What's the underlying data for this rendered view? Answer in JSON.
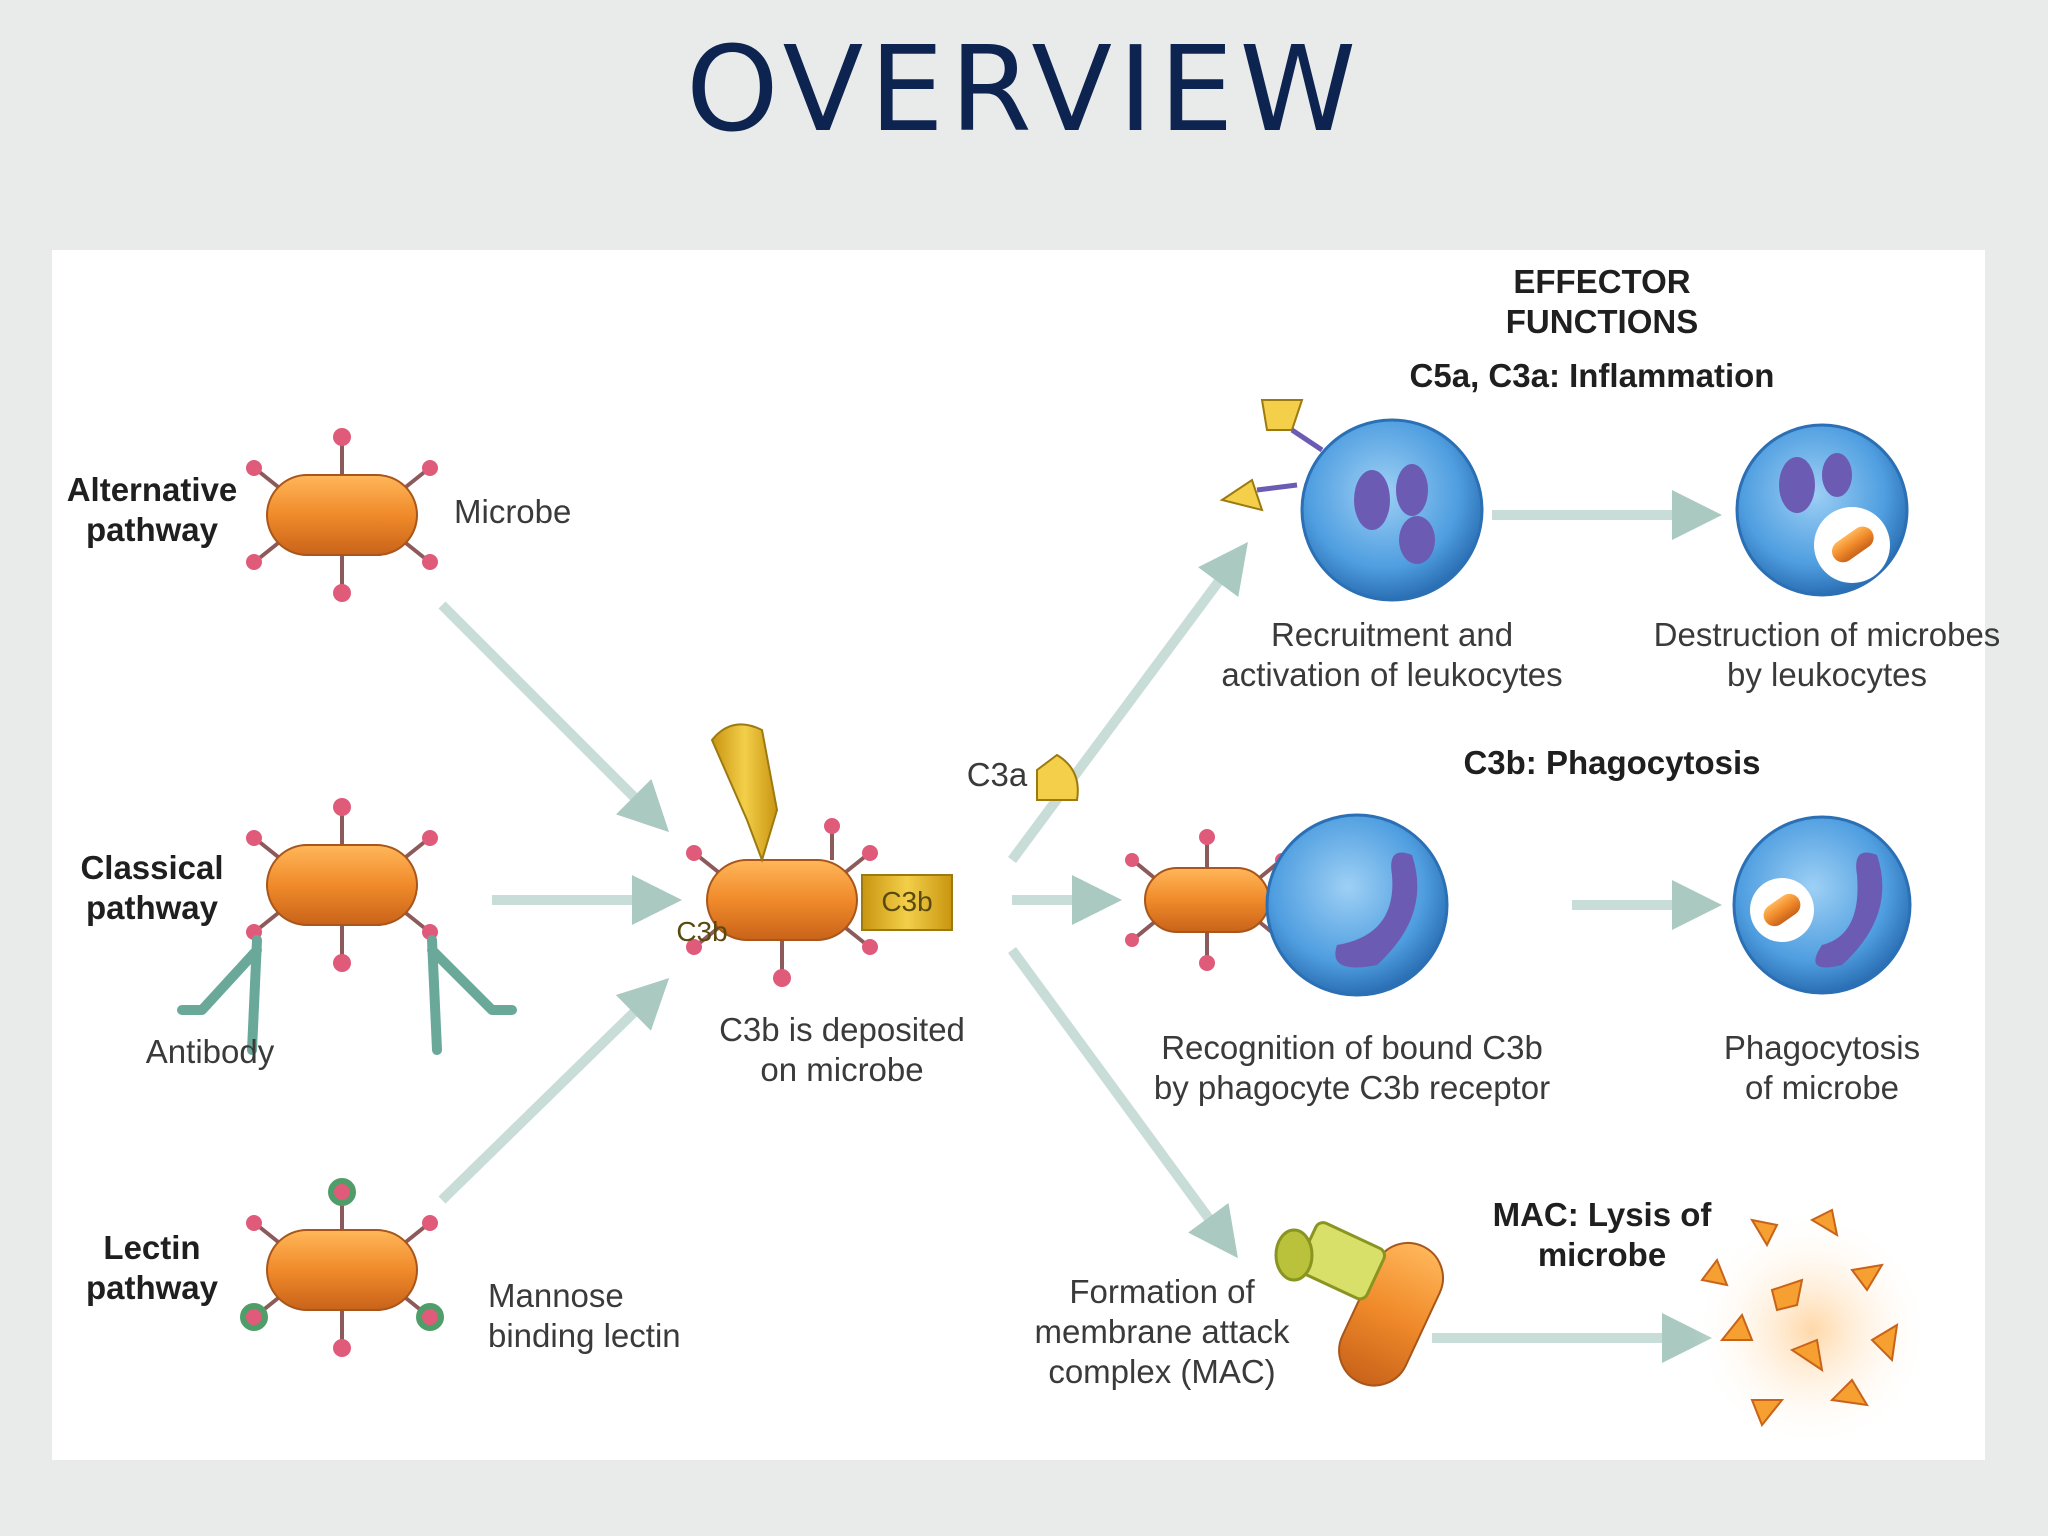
{
  "slide": {
    "title": "OVERVIEW"
  },
  "diagram": {
    "effector_header": "EFFECTOR FUNCTIONS",
    "pathways": {
      "alternative": "Alternative\npathway",
      "classical": "Classical\npathway",
      "lectin": "Lectin\npathway"
    },
    "labels": {
      "microbe": "Microbe",
      "antibody": "Antibody",
      "mannose": "Mannose\nbinding lectin",
      "c3b_deposited": "C3b is deposited\non microbe",
      "c3b_tag_top": "C3b",
      "c3b_tag_side": "C3b",
      "c3a": "C3a",
      "inflammation_title": "C5a, C3a: Inflammation",
      "recruitment": "Recruitment and\nactivation of leukocytes",
      "destruction": "Destruction of microbes\nby leukocytes",
      "phagocytosis_title": "C3b: Phagocytosis",
      "recognition": "Recognition of bound C3b\nby phagocyte C3b receptor",
      "phagocytosis": "Phagocytosis\nof microbe",
      "mac_title": "MAC: Lysis of\nmicrobe",
      "mac_formation": "Formation of\nmembrane attack\ncomplex (MAC)"
    },
    "colors": {
      "microbe": "#f08a2a",
      "c3b": "#e9b923",
      "arrow": "#c8ddd7",
      "cell": "#4f9ee0",
      "nucleus": "#6b5bb3",
      "antibody": "#6aa99a"
    }
  }
}
